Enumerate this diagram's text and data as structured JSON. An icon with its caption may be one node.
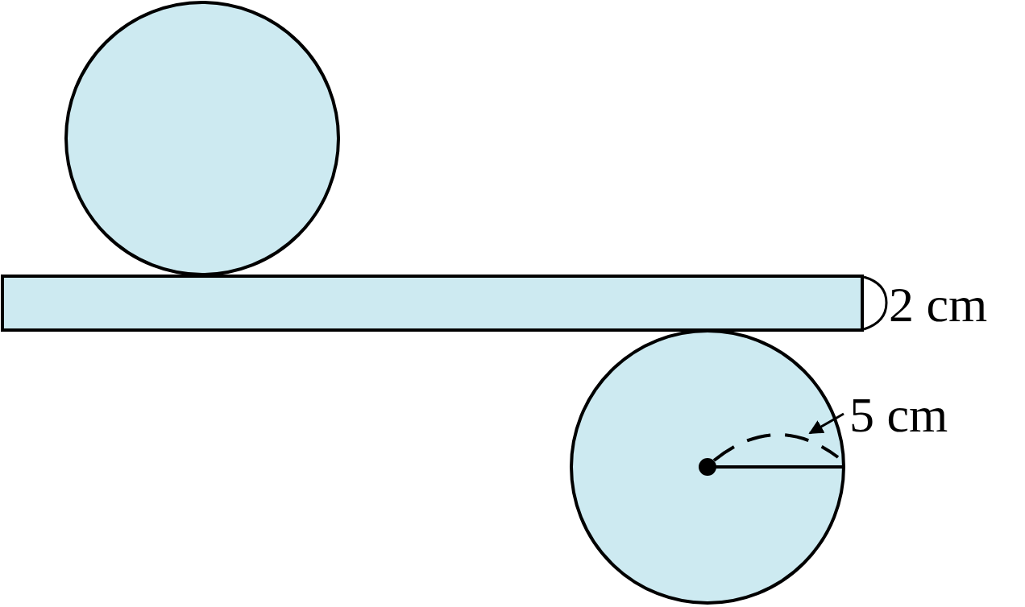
{
  "diagram": {
    "nodes": [
      {
        "text": [
          "5 cm"
        ]
      },
      {
        "text": [],
        "shape": "arc"
      }
    ],
    "edges": [
      {
        "from": 0,
        "to": 1,
        "arrow": "to"
      }
    ],
    "labels": [
      "2 cm"
    ]
  }
}
